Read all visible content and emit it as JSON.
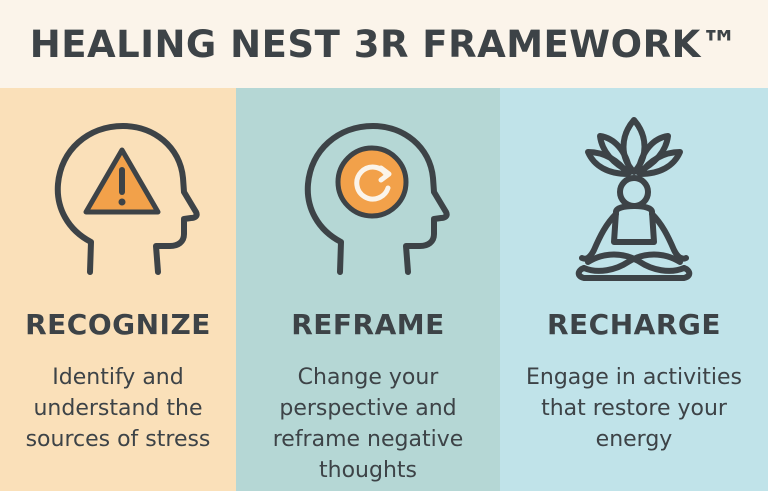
{
  "header": {
    "title": "HEALING NEST 3R FRAMEWORK™"
  },
  "colors": {
    "background": "#fbf4ea",
    "column_recognize": "#fae0b9",
    "column_reframe": "#b5d7d5",
    "column_recharge": "#c0e3e9",
    "accent_orange": "#f2a14a",
    "ink": "#3d4347"
  },
  "steps": [
    {
      "icon": "head-warning-icon",
      "title": "RECOGNIZE",
      "description": "Identify and understand the sources of stress"
    },
    {
      "icon": "head-refresh-icon",
      "title": "REFRAME",
      "description": "Change your perspective and reframe negative thoughts"
    },
    {
      "icon": "meditation-lotus-icon",
      "title": "RECHARGE",
      "description": "Engage in activities that restore your energy"
    }
  ]
}
